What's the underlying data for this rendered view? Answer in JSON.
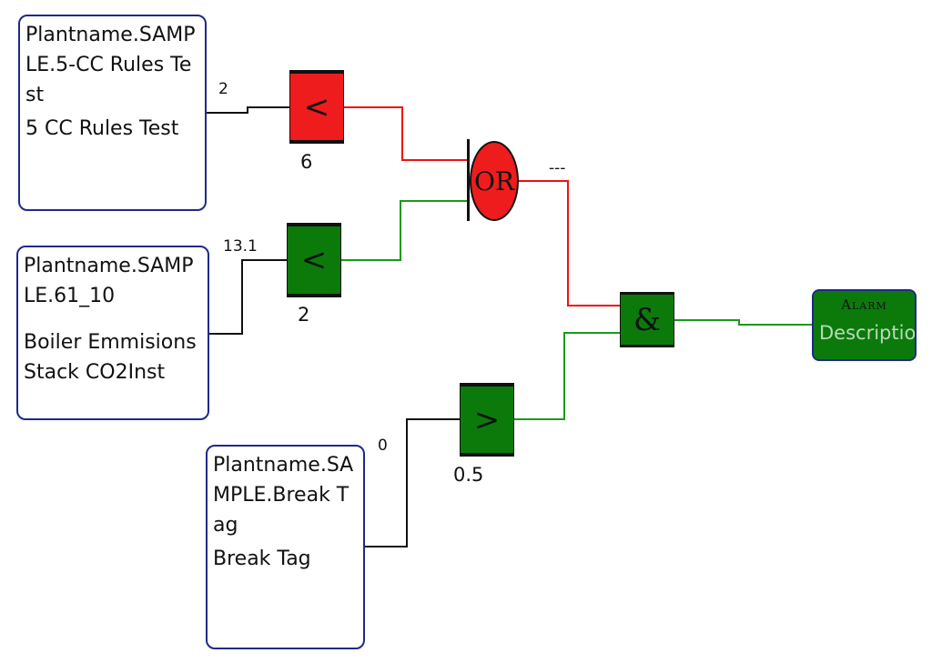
{
  "tags": [
    {
      "name": "Plantname.SAMPLE.5-CC Rules Test",
      "description": "5 CC Rules Test",
      "value": "2"
    },
    {
      "name": "Plantname.SAMPLE.61_10",
      "description": "Boiler Emmisions Stack CO2Inst",
      "value": "13.1"
    },
    {
      "name": "Plantname.SAMPLE.Break Tag",
      "description": "Break Tag",
      "value": "0"
    }
  ],
  "comparators": [
    {
      "symbol": "<",
      "threshold": "6",
      "color": "#ee1c1c"
    },
    {
      "symbol": "<",
      "threshold": "2",
      "color": "#0b7a0b"
    },
    {
      "symbol": ">",
      "threshold": "0.5",
      "color": "#0b7a0b"
    }
  ],
  "or_gate": {
    "label": "OR",
    "output": "---",
    "color": "#ee1c1c"
  },
  "and_gate": {
    "label": "&",
    "color": "#0b7a0b"
  },
  "alarm": {
    "title": "Alarm",
    "description": "Description",
    "color": "#0b7a0b"
  },
  "colors": {
    "active": "#ee1c1c",
    "ok": "#0b7a0b",
    "neutral": "#111111",
    "border": "#1f2a8a"
  }
}
